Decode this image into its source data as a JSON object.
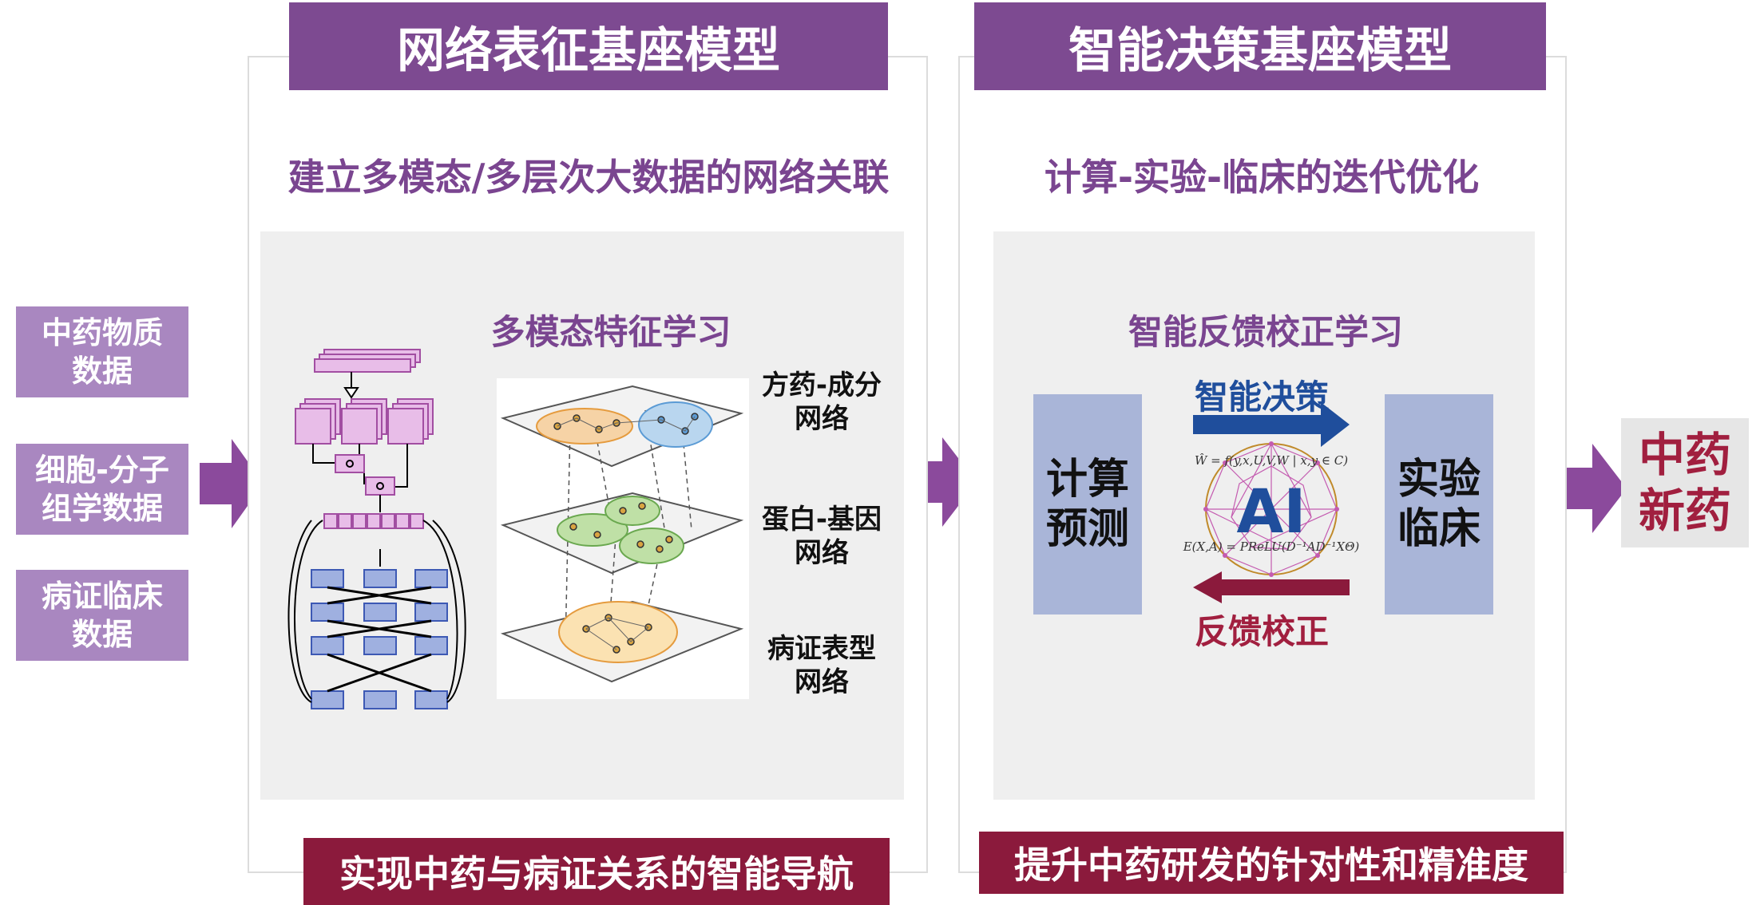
{
  "inputs": [
    {
      "line1": "中药物质",
      "line2": "数据"
    },
    {
      "line1": "细胞-分子",
      "line2": "组学数据"
    },
    {
      "line1": "病证临床",
      "line2": "数据"
    }
  ],
  "left_panel": {
    "title": "网络表征基座模型",
    "subtitle": "建立多模态/多层次大数据的网络关联",
    "section_title": "多模态特征学习",
    "networks": [
      {
        "line1": "方药-成分",
        "line2": "网络"
      },
      {
        "line1": "蛋白-基因",
        "line2": "网络"
      },
      {
        "line1": "病证表型",
        "line2": "网络"
      }
    ],
    "banner": "实现中药与病证关系的智能导航"
  },
  "right_panel": {
    "title": "智能决策基座模型",
    "subtitle": "计算-实验-临床的迭代优化",
    "section_title": "智能反馈校正学习",
    "left_box": {
      "line1": "计算",
      "line2": "预测"
    },
    "right_box": {
      "line1": "实验",
      "line2": "临床"
    },
    "forward_label": "智能决策",
    "back_label": "反馈校正",
    "ai_label": "AI",
    "formula_top": "Ŵ = f(y,x,U,V,W | x,y ∈ C)",
    "formula_bottom": "E(X,A) = PReLU(D⁻¹AD⁻¹XΘ)",
    "banner": "提升中药研发的针对性和精准度"
  },
  "output": {
    "line1": "中药",
    "line2": "新药"
  },
  "colors": {
    "purple_title": "#7d4a91",
    "purple_input": "#a987c0",
    "purple_arrow": "#8b4a9c",
    "blue_box": "#a9b5d8",
    "blue_arrow": "#1f4e9c",
    "red_banner": "#8b1a3c",
    "red_text": "#a11f3f"
  }
}
